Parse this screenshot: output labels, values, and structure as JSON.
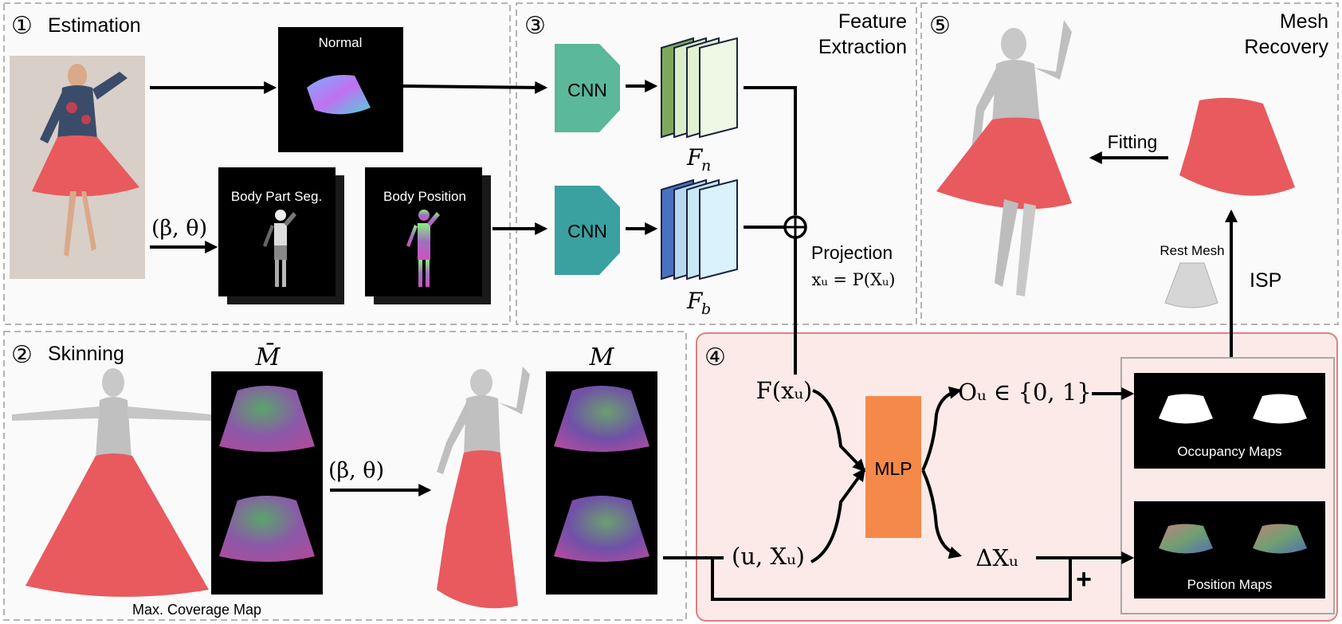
{
  "panels": {
    "estimation": {
      "number": "①",
      "title": "Estimation"
    },
    "skinning": {
      "number": "②",
      "title": "Skinning"
    },
    "feature_extraction": {
      "number": "③",
      "title_line1": "Feature",
      "title_line2": "Extraction"
    },
    "mlp_stage": {
      "number": "④"
    },
    "mesh_recovery": {
      "number": "⑤",
      "title_line1": "Mesh",
      "title_line2": "Recovery"
    }
  },
  "estimation": {
    "normal_label": "Normal",
    "params_label": "(β, θ)",
    "body_part_seg_label": "Body Part Seg.",
    "body_position_label": "Body Position"
  },
  "feature": {
    "cnn_top": "CNN",
    "cnn_bottom": "CNN",
    "fn_label": "F",
    "fn_sub": "n",
    "fb_label": "F",
    "fb_sub": "b",
    "projection_label": "Projection",
    "projection_formula": "xᵤ = P(Xᵤ)"
  },
  "skinning": {
    "m_bar_label": "M̄",
    "m_label": "M",
    "params_label": "(β, θ)",
    "coverage_label": "Max. Coverage Map"
  },
  "mlp": {
    "input_top": "F(xᵤ)",
    "input_bottom": "(u, Xᵤ)",
    "mlp_label": "MLP",
    "output_top": "Oᵤ ∈ {0, 1}",
    "output_bottom": "ΔXᵤ",
    "plus": "+",
    "occupancy_label": "Occupancy Maps",
    "position_label": "Position Maps"
  },
  "recovery": {
    "fitting_label": "Fitting",
    "rest_mesh_label": "Rest Mesh",
    "isp_label": "ISP"
  },
  "colors": {
    "skirt": "#e85a5e",
    "mesh_gray": "#c8c8c8",
    "cnn_top": "#5bb89a",
    "cnn_bottom": "#3aa0a0",
    "mlp": "#f4894a",
    "stage4_bg": "#fbeae7",
    "stage4_border": "#e08080",
    "panel_border": "#b4b4b4"
  }
}
